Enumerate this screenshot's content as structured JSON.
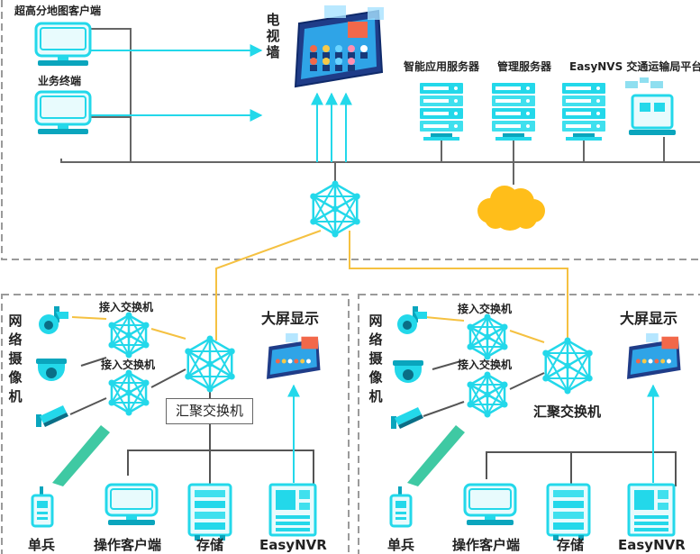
{
  "colors": {
    "cyan": "#23d8ea",
    "cyan_dark": "#0aa5bd",
    "orange": "#f5c141",
    "cloud": "#ffbe1a",
    "gray_line": "#666666",
    "dash": "#9a9a9a"
  },
  "top": {
    "client_label": "超高分地图客户端",
    "terminal_label": "业务终端",
    "video_wall_label": "电视墙",
    "server_labels": [
      "智能应用服务器",
      "管理服务器",
      "EasyNVS 交通运输局平台"
    ]
  },
  "site_left": {
    "camera_label": "网络摄像机",
    "access_switch_1": "接入交换机",
    "access_switch_2": "接入交换机",
    "agg_switch": "汇聚交换机",
    "big_screen": "大屏显示",
    "bottom_labels": [
      "单兵",
      "操作客户端",
      "存储",
      "EasyNVR"
    ]
  },
  "site_right": {
    "camera_label": "网络摄像机",
    "access_switch_1": "接入交换机",
    "access_switch_2": "接入交换机",
    "agg_switch": "汇聚交换机",
    "big_screen": "大屏显示",
    "bottom_labels": [
      "单兵",
      "操作客户端",
      "存储",
      "EasyNVR"
    ]
  },
  "icons": {
    "top": [
      "monitor-icon",
      "monitor-icon",
      "video-wall-icon",
      "server-icon",
      "server-icon",
      "server-icon",
      "platform-icon",
      "network-switch-icon",
      "cloud-icon"
    ],
    "site": [
      "dome-camera-icon",
      "speed-dome-icon",
      "bullet-camera-icon",
      "network-switch-icon",
      "network-switch-icon",
      "network-switch-icon",
      "big-screen-icon",
      "radio-icon",
      "monitor-icon",
      "storage-icon",
      "nvr-icon"
    ]
  }
}
